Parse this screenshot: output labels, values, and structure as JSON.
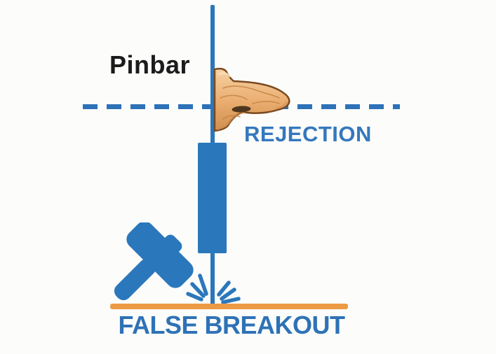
{
  "labels": {
    "title": "Pinbar",
    "rejection": "REJECTION",
    "false_breakout": "FALSE BREAKOUT"
  },
  "colors": {
    "background": "#FCFCFB",
    "blue": "#2B77BC",
    "dash_blue": "#2D72B8",
    "rejection_text": "#3478BD",
    "breakout_text": "#2E72B6",
    "ink": "#1C1C1C",
    "orange": "#EC9A43",
    "wood_light": "#F7D2A4",
    "wood_mid": "#E9AC6E",
    "wood_shade": "#D08F4F",
    "wood_outline": "#7B4A1F",
    "wood_highlight": "#F9DFB9",
    "grain": "#C2803F",
    "nostril": "#4F371E"
  },
  "icons": {
    "nose": "wooden-pinocchio-nose-icon",
    "hammer": "hammer-icon",
    "sparks": "impact-sparks-icon"
  }
}
